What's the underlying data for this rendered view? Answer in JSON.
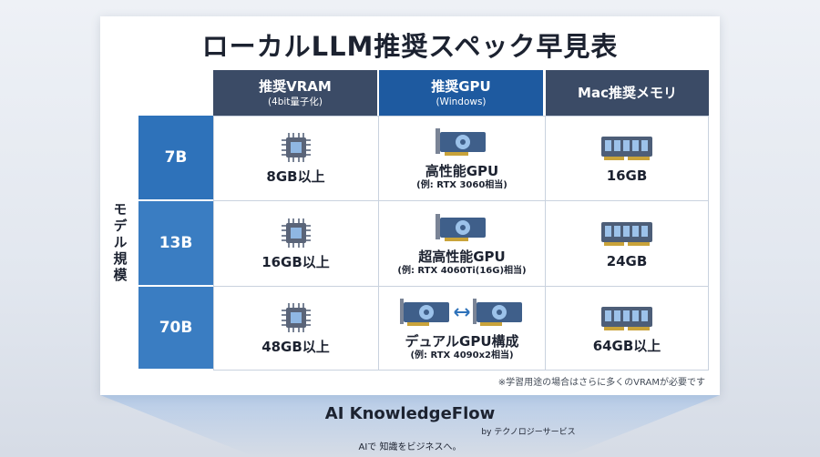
{
  "title": "ローカルLLM推奨スペック早見表",
  "columns": [
    {
      "label": "推奨VRAM",
      "sub": "(4bit量子化)"
    },
    {
      "label": "推奨GPU",
      "sub": "(Windows)"
    },
    {
      "label": "Mac推奨メモリ",
      "sub": ""
    }
  ],
  "side_label": "モデル規模",
  "rows": [
    {
      "model": "7B",
      "vram": "8GB以上",
      "gpu": "高性能GPU",
      "gpu_note": "(例: RTX 3060相当)",
      "mac": "16GB"
    },
    {
      "model": "13B",
      "vram": "16GB以上",
      "gpu": "超高性能GPU",
      "gpu_note": "(例: RTX 4060Ti(16G)相当)",
      "mac": "24GB"
    },
    {
      "model": "70B",
      "vram": "48GB以上",
      "gpu": "デュアルGPU構成",
      "gpu_note": "(例: RTX 4090x2相当)",
      "mac": "64GB以上"
    }
  ],
  "footnote": "※学習用途の場合はさらに多くのVRAMが必要です",
  "brand": {
    "name": "AI KnowledgeFlow",
    "by": "by テクノロジーサービス",
    "tagline": "AIで 知識をビジネスへ。"
  },
  "icons": {
    "vram": "chip-icon",
    "gpu": "graphics-card-icon",
    "mac": "memory-module-icon"
  },
  "colors": {
    "header_dark": "#3b4b66",
    "header_blue": "#1e5aa0",
    "row_blue": "#3a7dc2"
  }
}
